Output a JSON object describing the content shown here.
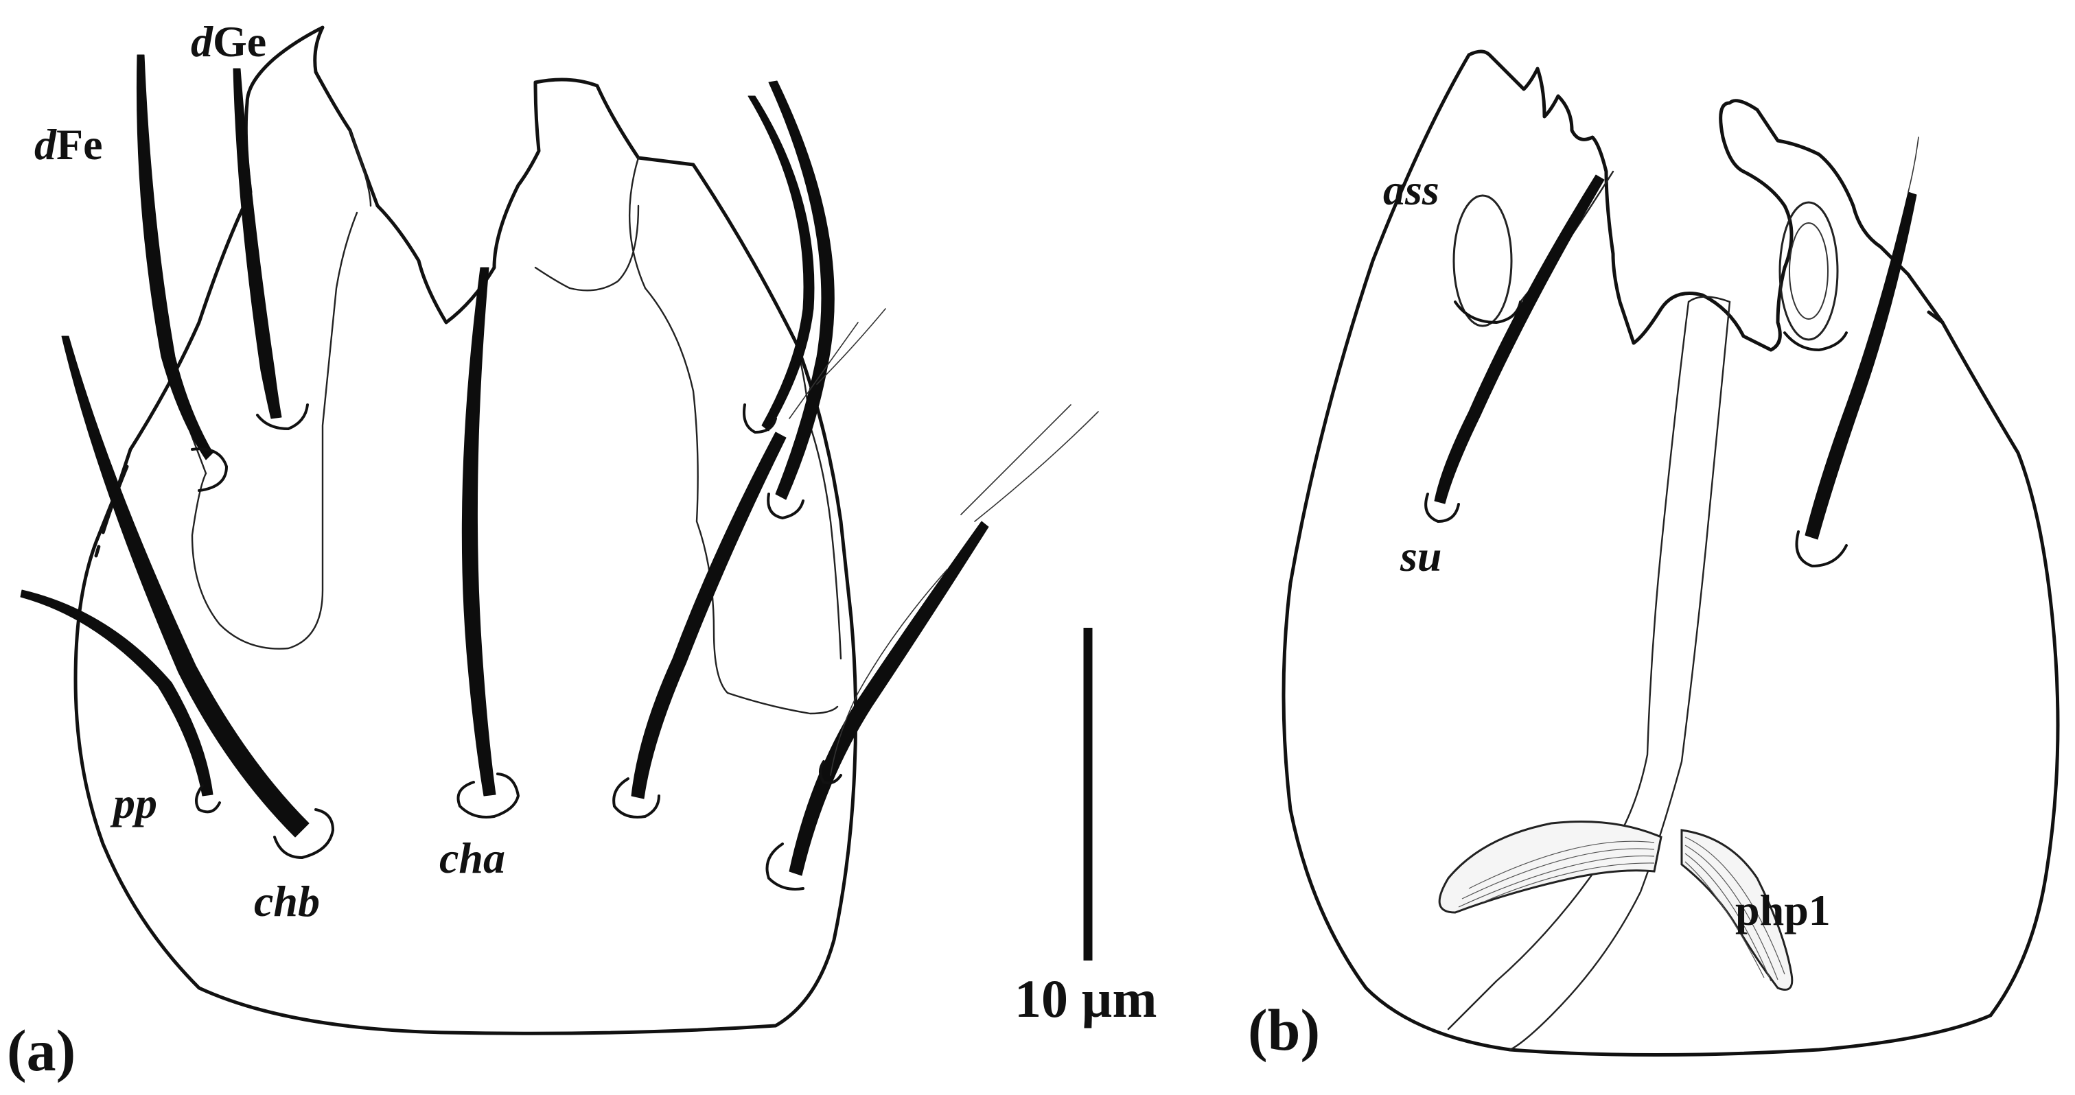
{
  "figure": {
    "panel_a": {
      "label": "(a)",
      "setae_labels": {
        "dFe_prefix": "d",
        "dFe_suffix": "Fe",
        "dGe_prefix": "d",
        "dGe_suffix": "Ge",
        "pp": "pp",
        "chb": "chb",
        "cha": "cha"
      }
    },
    "scale_bar": {
      "label": "10 µm",
      "length_um": 10
    },
    "panel_b": {
      "label": "(b)",
      "structure_labels": {
        "ass": "ass",
        "su": "su",
        "php1": "php1"
      }
    },
    "colors": {
      "ink": "#111111",
      "background": "#ffffff",
      "shade": "#e9e9e9"
    }
  }
}
